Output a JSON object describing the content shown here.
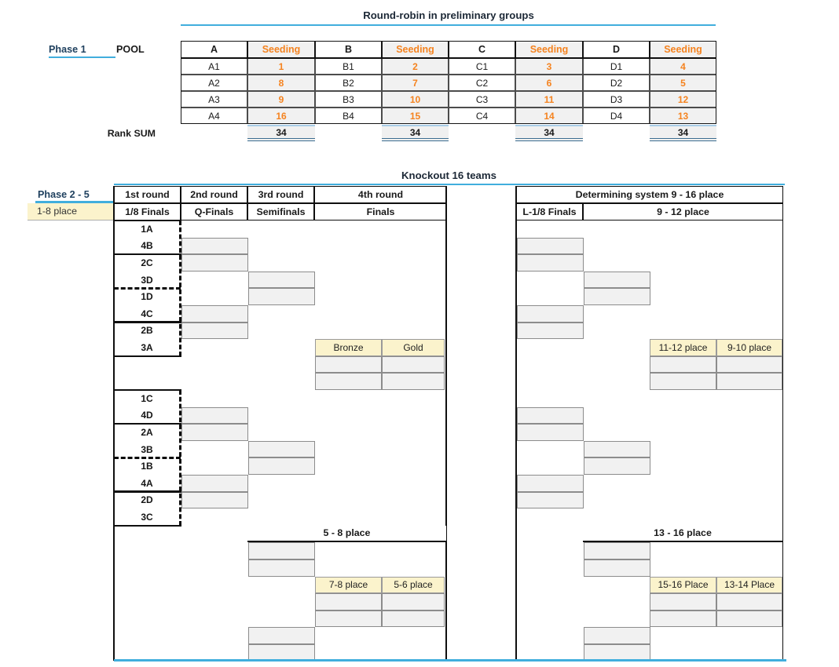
{
  "pool": {
    "title": "Round-robin in preliminary groups",
    "phase_label": "Phase 1",
    "pool_label": "POOL",
    "rank_sum_label": "Rank SUM",
    "seeding_header": "Seeding",
    "pools": [
      {
        "name": "A",
        "teams": [
          "A1",
          "A2",
          "A3",
          "A4"
        ],
        "seeds": [
          "1",
          "8",
          "9",
          "16"
        ],
        "rank_sum": "34"
      },
      {
        "name": "B",
        "teams": [
          "B1",
          "B2",
          "B3",
          "B4"
        ],
        "seeds": [
          "2",
          "7",
          "10",
          "15"
        ],
        "rank_sum": "34"
      },
      {
        "name": "C",
        "teams": [
          "C1",
          "C2",
          "C3",
          "C4"
        ],
        "seeds": [
          "3",
          "6",
          "11",
          "14"
        ],
        "rank_sum": "34"
      },
      {
        "name": "D",
        "teams": [
          "D1",
          "D2",
          "D3",
          "D4"
        ],
        "seeds": [
          "4",
          "5",
          "12",
          "13"
        ],
        "rank_sum": "34"
      }
    ]
  },
  "knockout": {
    "title": "Knockout 16 teams",
    "phase_label": "Phase 2 - 5",
    "place_label": "1-8 place",
    "rounds": [
      "1st round",
      "2nd round",
      "3rd round",
      "4th round"
    ],
    "round_subs": [
      "1/8 Finals",
      "Q-Finals",
      "Semifinals",
      "Finals"
    ],
    "right_title": "Determining system 9 - 16 place",
    "right_col1": "L-1/8 Finals",
    "right_col2": "9 - 12 place",
    "seeds_top": [
      "1A",
      "4B",
      "2C",
      "3D",
      "1D",
      "4C",
      "2B",
      "3A"
    ],
    "seeds_bottom": [
      "1C",
      "4D",
      "2A",
      "3B",
      "1B",
      "4A",
      "2D",
      "3C"
    ],
    "bronze_label": "Bronze",
    "gold_label": "Gold",
    "place_5_8": "5 - 8 place",
    "place_7_8": "7-8 place",
    "place_5_6": "5-6 place",
    "place_11_12": "11-12 place",
    "place_9_10": "9-10 place",
    "place_13_16": "13 - 16 place",
    "place_15_16": "15-16 Place",
    "place_13_14": "13-14 Place"
  },
  "colors": {
    "accent_blue": "#41aedd",
    "seed_orange": "#f5831f",
    "highlight_yellow": "#fbf3cc",
    "slot_gray": "#f1f1f1",
    "rank_underline_blue": "#3c6e91"
  }
}
